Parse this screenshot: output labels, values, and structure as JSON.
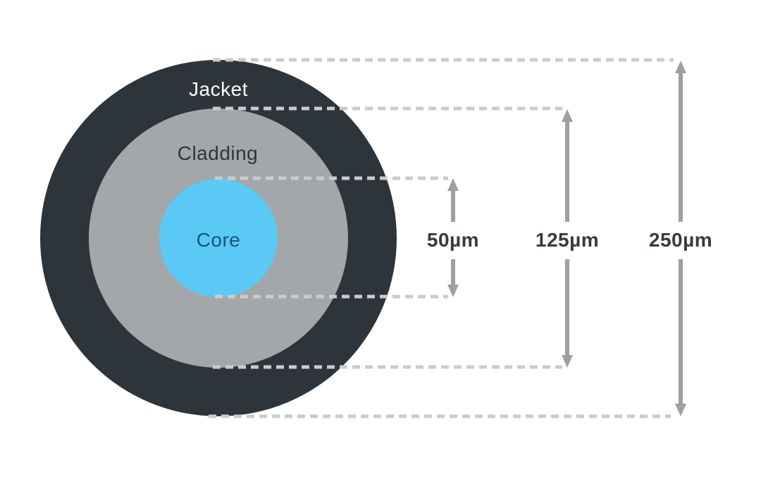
{
  "figure": {
    "type": "fiber-optic-cross-section",
    "layers": [
      {
        "id": "jacket",
        "label": "Jacket",
        "diameter_label": "250µm",
        "color": "#2d343a",
        "label_color": "#ffffff"
      },
      {
        "id": "cladding",
        "label": "Cladding",
        "diameter_label": "125µm",
        "color": "#a3a7aa",
        "label_color": "#2e353b"
      },
      {
        "id": "core",
        "label": "Core",
        "diameter_label": "50µm",
        "color": "#5bc9f6",
        "label_color": "#15537f"
      }
    ],
    "measurements": [
      {
        "id": "core-diameter",
        "label": "50µm"
      },
      {
        "id": "cladding-diameter",
        "label": "125µm"
      },
      {
        "id": "jacket-diameter",
        "label": "250µm"
      }
    ],
    "style": {
      "arrow_color": "#9ba0a5",
      "dash_color": "#c9ccce",
      "measurement_text_color": "#343b41",
      "background": "#ffffff"
    }
  }
}
